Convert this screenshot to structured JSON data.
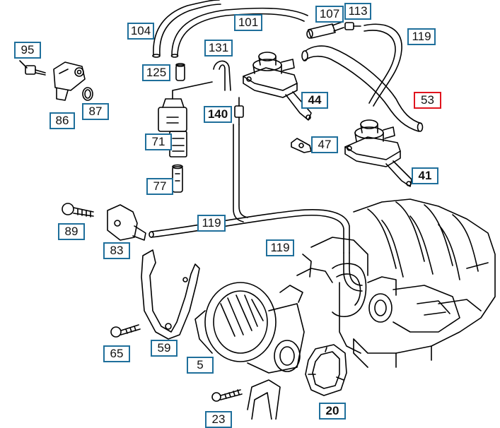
{
  "colors": {
    "callout_border": "#1f6f9b",
    "highlight_border": "#e0141e",
    "line_art": "#000000"
  },
  "callouts": {
    "p104": "104",
    "p101": "101",
    "p107": "107",
    "p113": "113",
    "p119a": "119",
    "p95": "95",
    "p125": "125",
    "p131": "131",
    "p86": "86",
    "p87": "87",
    "p44": "44",
    "p53": "53",
    "p140": "140",
    "p71": "71",
    "p47": "47",
    "p41": "41",
    "p77": "77",
    "p89": "89",
    "p119b": "119",
    "p83": "83",
    "p119c": "119",
    "p65": "65",
    "p59": "59",
    "p5": "5",
    "p23": "23",
    "p20": "20"
  },
  "highlighted_callout": "53"
}
